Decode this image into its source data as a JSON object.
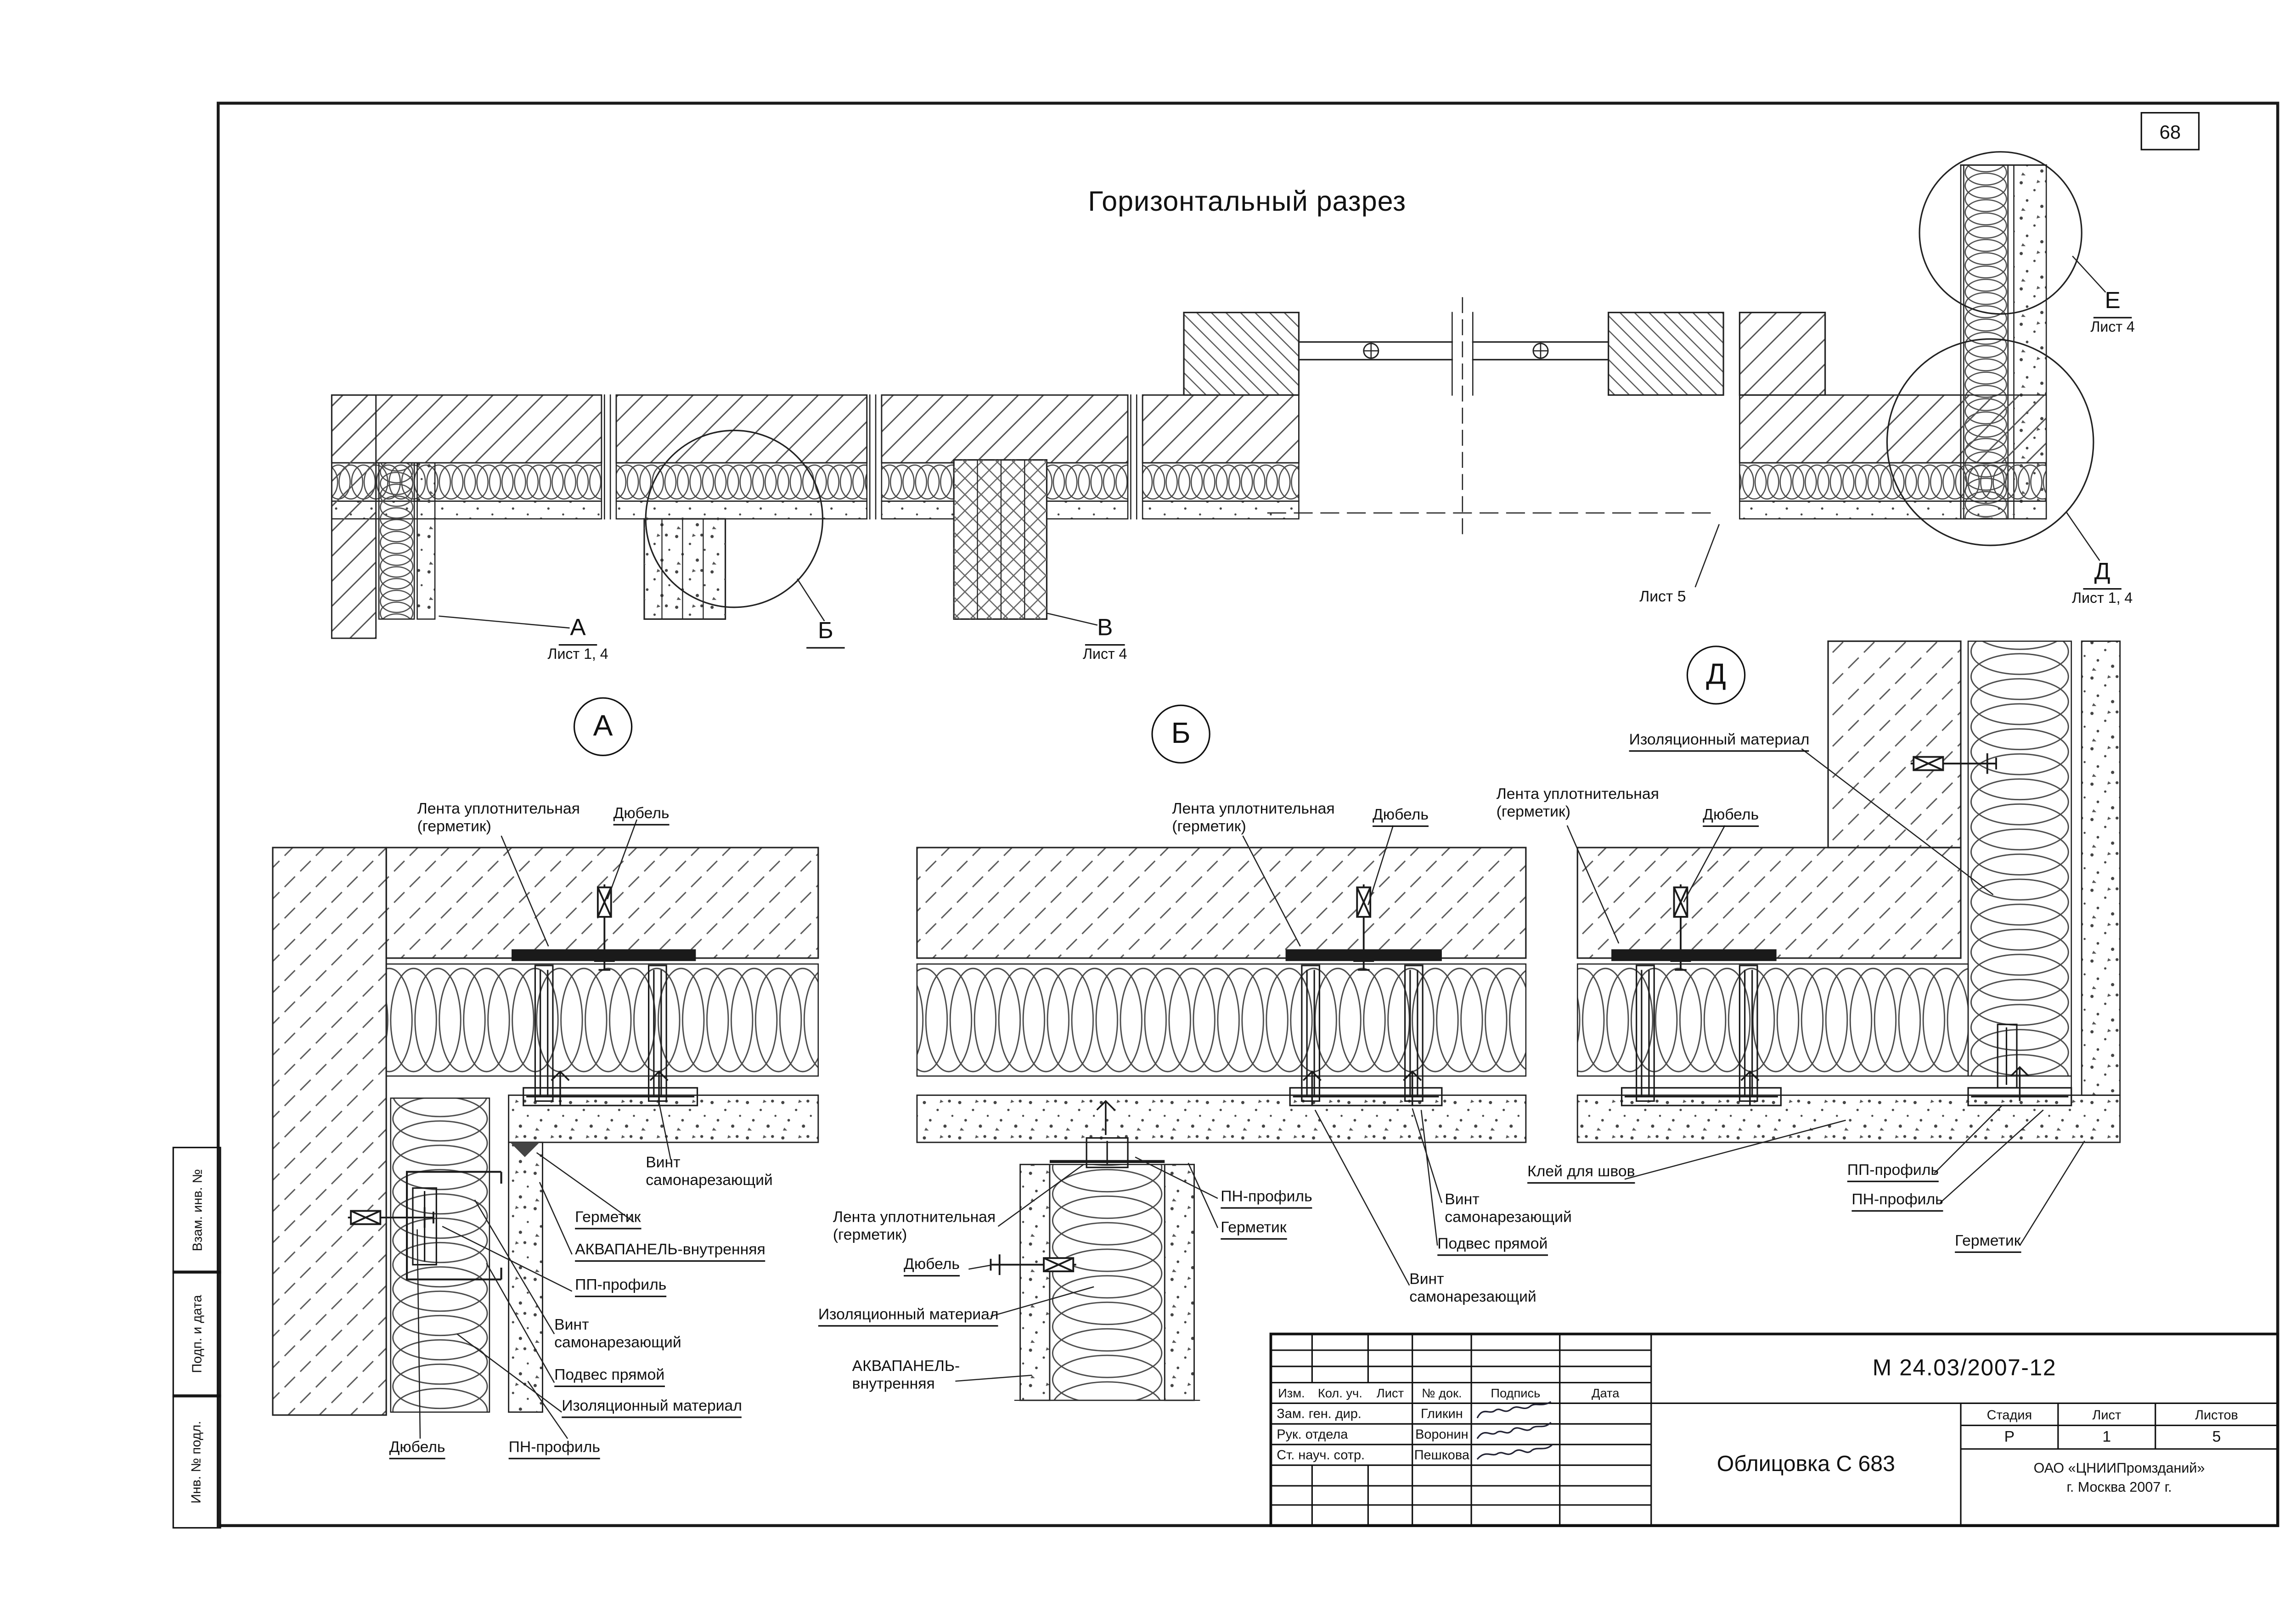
{
  "page": {
    "number": "68",
    "title": "Горизонтальный разрез"
  },
  "side_stamp": {
    "box1": "Взам. инв. №",
    "box2": "Подп. и дата",
    "box3": "Инв. № подл."
  },
  "overview": {
    "callout_a": {
      "letter": "А",
      "sheet": "Лист 1, 4"
    },
    "callout_b": {
      "letter": "Б"
    },
    "callout_v": {
      "letter": "В",
      "sheet": "Лист 4"
    },
    "callout_d": {
      "letter": "Д",
      "sheet": "Лист 1, 4"
    },
    "callout_e": {
      "letter": "Е",
      "sheet": "Лист 4"
    },
    "sheet5": "Лист 5"
  },
  "detail_a": {
    "title": "А",
    "labels": {
      "lenta": "Лента уплотнительная\n(герметик)",
      "dubel_top": "Дюбель",
      "vint_top": "Винт\nсамонарезающий",
      "germetik": "Герметик",
      "akvapanel": "АКВАПАНЕЛЬ-внутренняя",
      "pp_profil": "ПП-профиль",
      "vint_left": "Винт\nсамонарезающий",
      "podves": "Подвес прямой",
      "izol": "Изоляционный материал",
      "dubel_left": "Дюбель",
      "pn_profil": "ПН-профиль"
    }
  },
  "detail_b": {
    "title": "Б",
    "labels": {
      "lenta_top": "Лента уплотнительная\n(герметик)",
      "dubel_top": "Дюбель",
      "pn_profil": "ПН-профиль",
      "germetik": "Герметик",
      "vint_right": "Винт\nсамонарезающий",
      "podves": "Подвес прямой",
      "vint_right2": "Винт\nсамонарезающий",
      "lenta_left": "Лента уплотнительная\n(герметик)",
      "dubel_left": "Дюбель",
      "izol": "Изоляционный материал",
      "akvapanel": "АКВАПАНЕЛЬ-\nвнутренняя"
    }
  },
  "detail_d": {
    "title": "Д",
    "labels": {
      "izol": "Изоляционный материал",
      "lenta": "Лента уплотнительная\n(герметик)",
      "dubel": "Дюбель",
      "klej": "Клей для швов",
      "pp_profil": "ПП-профиль",
      "pn_profil": "ПН-профиль",
      "germetik": "Герметик"
    }
  },
  "titleblock": {
    "doc_number": "М 24.03/2007-12",
    "object_title": "Облицовка С 683",
    "columns": [
      "Изм.",
      "Кол. уч.",
      "Лист",
      "№ док.",
      "Подпись",
      "Дата"
    ],
    "rows": [
      {
        "role": "Зам. ген. дир.",
        "name": "Гликин"
      },
      {
        "role": "Рук. отдела",
        "name": "Воронин"
      },
      {
        "role": "Ст. науч. сотр.",
        "name": "Пешкова"
      }
    ],
    "stage_label": "Стадия",
    "sheet_label": "Лист",
    "sheets_label": "Листов",
    "stage": "Р",
    "sheet_no": "1",
    "sheets_total": "5",
    "org_line1": "ОАО «ЦНИИПромзданий»",
    "org_line2": "г. Москва 2007 г."
  }
}
